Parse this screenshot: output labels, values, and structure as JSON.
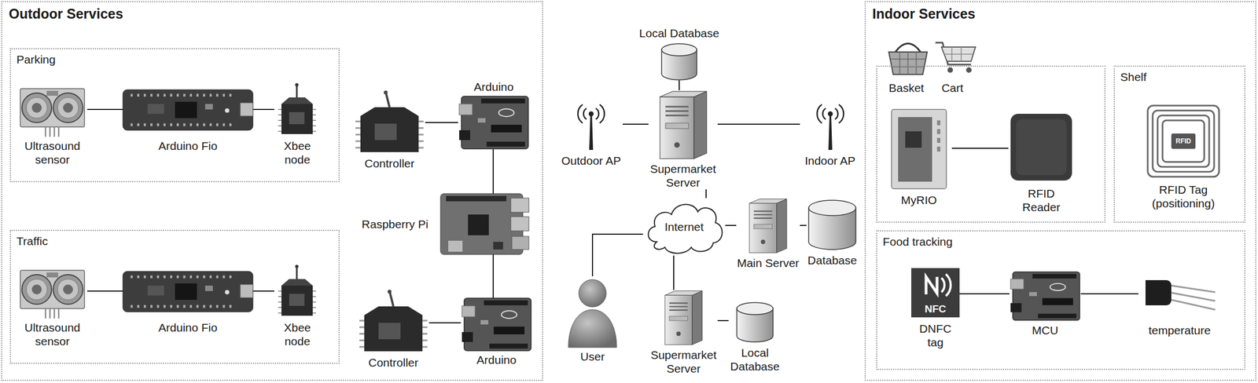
{
  "diagram": {
    "nodes": [
      {
        "text": [
          "Outdoor Services"
        ]
      },
      {
        "text": [
          "Parking"
        ],
        "in": 0
      },
      {
        "text": [
          "Ultrasound sensor"
        ],
        "in": 1
      },
      {
        "text": [
          "Arduino Fio"
        ],
        "in": 1
      },
      {
        "text": [
          "Xbee node"
        ],
        "in": 1
      },
      {
        "text": [
          "Controller"
        ],
        "in": 0
      },
      {
        "text": [
          "Arduino"
        ],
        "in": 0
      },
      {
        "text": [
          "Raspberry Pi"
        ],
        "in": 0
      },
      {
        "text": [
          "Traffic"
        ],
        "in": 0
      },
      {
        "text": [
          "Ultrasound sensor"
        ],
        "in": 8
      },
      {
        "text": [
          "Arduino Fio"
        ],
        "in": 8
      },
      {
        "text": [
          "Xbee node"
        ],
        "in": 8
      },
      {
        "text": [
          "Controller"
        ],
        "in": 0
      },
      {
        "text": [
          "Arduino"
        ],
        "in": 0
      },
      {
        "text": [
          "Local Database"
        ]
      },
      {
        "text": [
          "Outdoor AP"
        ]
      },
      {
        "text": [
          "Supermarket Server"
        ]
      },
      {
        "text": [
          "Indoor AP"
        ]
      },
      {
        "text": [
          "Internet"
        ]
      },
      {
        "text": [
          "Main Server"
        ]
      },
      {
        "text": [
          "Database"
        ]
      },
      {
        "text": [
          "User"
        ]
      },
      {
        "text": [
          "Supermarket Server"
        ]
      },
      {
        "text": [
          "Local Database"
        ]
      },
      {
        "text": [
          "Indoor Services"
        ]
      },
      {
        "text": [
          "Basket",
          "Cart"
        ],
        "in": 24
      },
      {
        "text": [
          "MyRIO"
        ],
        "in": 25
      },
      {
        "text": [
          "RFID Reader"
        ],
        "in": 25
      },
      {
        "text": [
          "Shelf"
        ],
        "in": 24
      },
      {
        "text": [
          "RFID Tag (positioning)"
        ],
        "in": 28
      },
      {
        "text": [
          "Food tracking"
        ],
        "in": 24
      },
      {
        "text": [
          "DNFC tag"
        ],
        "in": 30
      },
      {
        "text": [
          "MCU"
        ],
        "in": 30
      },
      {
        "text": [
          "temperature"
        ],
        "in": 30
      }
    ],
    "edges": [
      {
        "from": 2,
        "to": 3,
        "arrow": "none"
      },
      {
        "from": 3,
        "to": 4,
        "arrow": "none"
      },
      {
        "from": 9,
        "to": 10,
        "arrow": "none"
      },
      {
        "from": 10,
        "to": 11,
        "arrow": "none"
      },
      {
        "from": 5,
        "to": 6,
        "arrow": "none"
      },
      {
        "from": 6,
        "to": 7,
        "arrow": "none"
      },
      {
        "from": 7,
        "to": 13,
        "arrow": "none"
      },
      {
        "from": 12,
        "to": 13,
        "arrow": "none"
      },
      {
        "from": 15,
        "to": 16,
        "arrow": "none"
      },
      {
        "from": 14,
        "to": 16,
        "arrow": "none"
      },
      {
        "from": 16,
        "to": 17,
        "arrow": "none"
      },
      {
        "from": 16,
        "to": 18,
        "arrow": "none"
      },
      {
        "from": 18,
        "to": 19,
        "arrow": "none"
      },
      {
        "from": 19,
        "to": 20,
        "arrow": "none"
      },
      {
        "from": 21,
        "to": 18,
        "arrow": "none"
      },
      {
        "from": 18,
        "to": 22,
        "arrow": "none"
      },
      {
        "from": 22,
        "to": 23,
        "arrow": "none"
      },
      {
        "from": 26,
        "to": 27,
        "arrow": "none"
      },
      {
        "from": 31,
        "to": 32,
        "arrow": "none"
      },
      {
        "from": 32,
        "to": 33,
        "arrow": "none"
      }
    ],
    "labels": [
      "NFC",
      "RFID"
    ]
  }
}
